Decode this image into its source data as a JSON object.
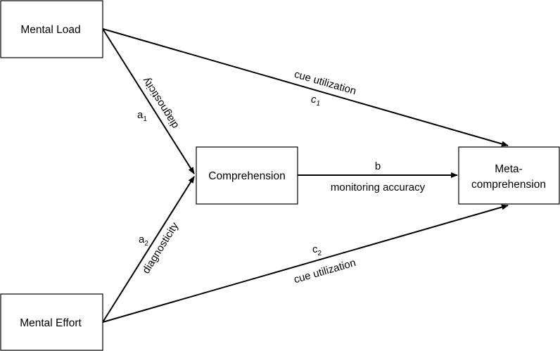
{
  "nodes": {
    "mental_load": {
      "label": "Mental Load"
    },
    "mental_effort": {
      "label": "Mental Effort"
    },
    "comprehension": {
      "label": "Comprehension"
    },
    "meta_comprehension": {
      "line1": "Meta-",
      "line2": "comprehension"
    }
  },
  "edges": {
    "load_to_comp": {
      "path_letter": "a",
      "path_sub": "1",
      "label": "diagnosticity"
    },
    "effort_to_comp": {
      "path_letter": "a",
      "path_sub": "2",
      "label": "diagnosticity"
    },
    "load_to_meta": {
      "path_letter": "c",
      "path_sub": "1",
      "label": "cue utilization"
    },
    "effort_to_meta": {
      "path_letter": "c",
      "path_sub": "2",
      "label": "cue utilization"
    },
    "comp_to_meta": {
      "path_letter": "b",
      "label": "monitoring accuracy"
    }
  }
}
